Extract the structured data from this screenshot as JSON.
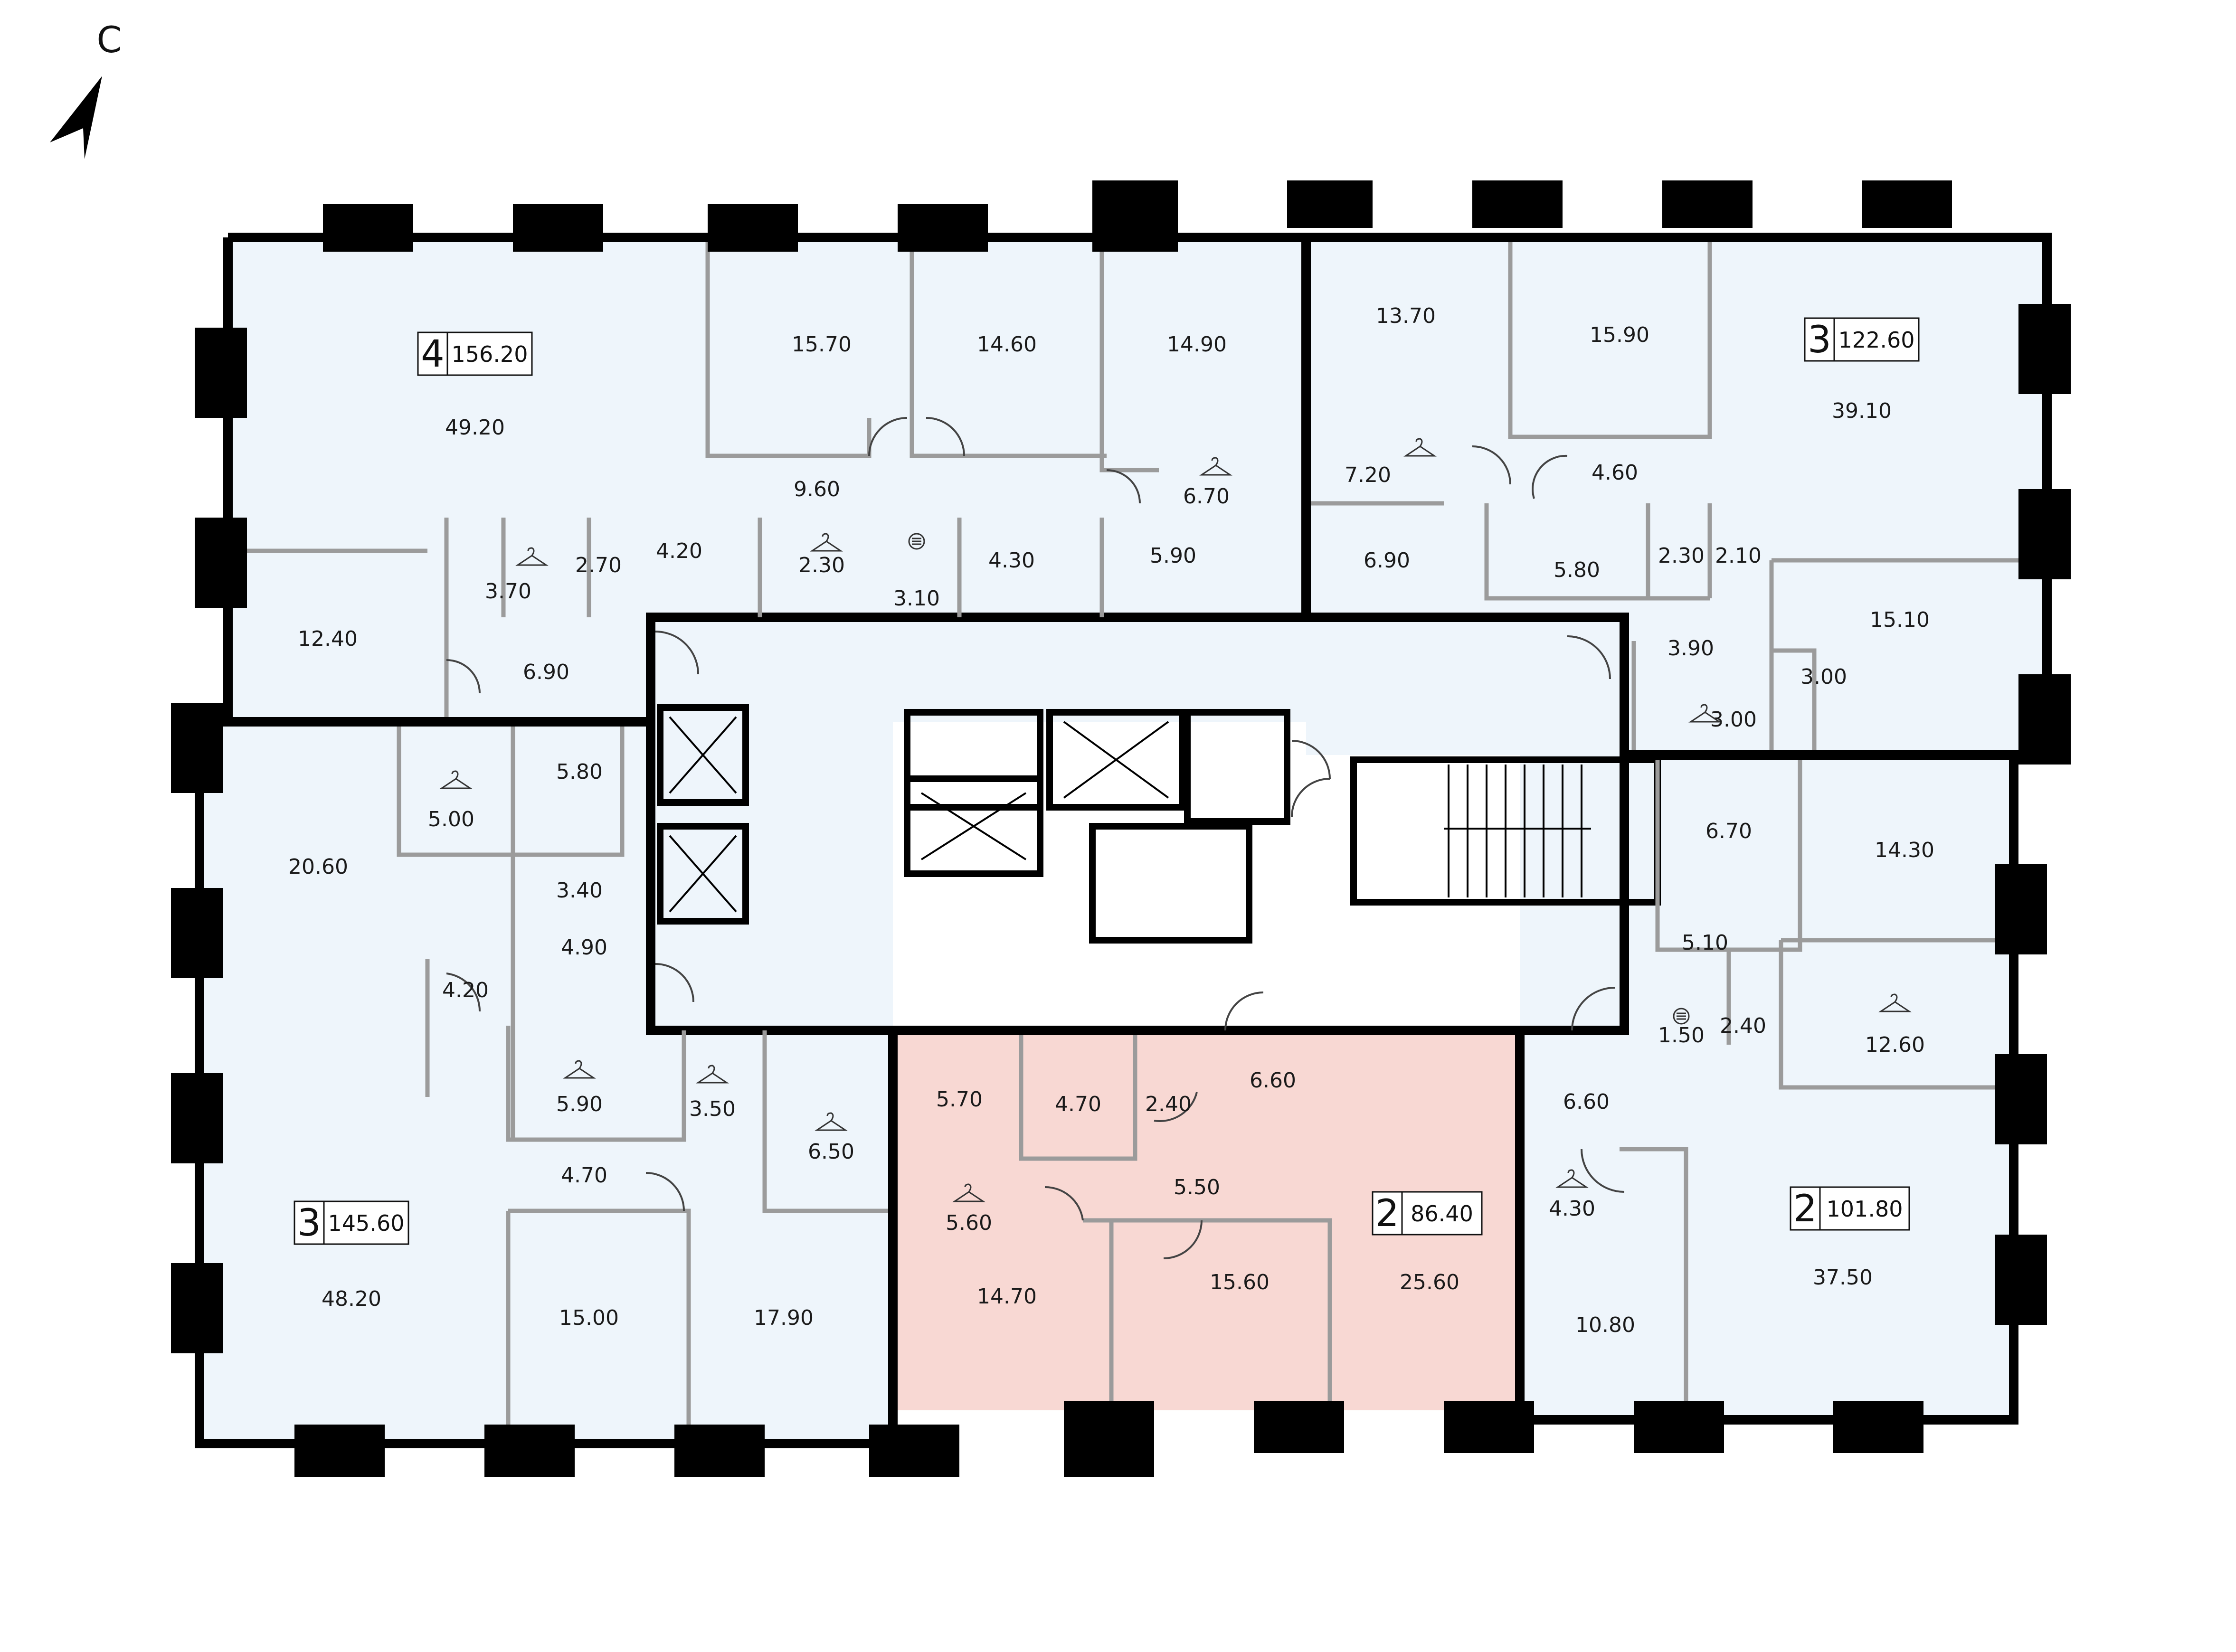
{
  "compass": {
    "label": "С"
  },
  "colors": {
    "apartment_fill": "#eef5fb",
    "highlight_fill": "#f8d8d3",
    "exterior_wall": "#000000",
    "interior_wall": "#9b9b9b",
    "core_fill": "#ffffff"
  },
  "apartments": [
    {
      "id": "nw",
      "rooms": "4",
      "area": "156.20",
      "highlighted": false
    },
    {
      "id": "ne",
      "rooms": "3",
      "area": "122.60",
      "highlighted": false
    },
    {
      "id": "sw",
      "rooms": "3",
      "area": "145.60",
      "highlighted": false
    },
    {
      "id": "s",
      "rooms": "2",
      "area": "86.40",
      "highlighted": true
    },
    {
      "id": "se",
      "rooms": "2",
      "area": "101.80",
      "highlighted": false
    }
  ],
  "room_labels": [
    "49.20",
    "15.70",
    "14.60",
    "14.90",
    "9.60",
    "6.70",
    "3.70",
    "2.70",
    "4.20",
    "2.30",
    "3.10",
    "4.30",
    "5.90",
    "12.40",
    "6.90",
    "13.70",
    "15.90",
    "39.10",
    "7.20",
    "4.60",
    "6.90",
    "5.80",
    "2.30",
    "2.10",
    "15.10",
    "3.90",
    "3.00",
    "3.00",
    "20.60",
    "5.00",
    "5.80",
    "3.40",
    "4.90",
    "4.20",
    "5.90",
    "3.50",
    "6.50",
    "4.70",
    "48.20",
    "15.00",
    "17.90",
    "5.70",
    "4.70",
    "2.40",
    "6.60",
    "5.60",
    "5.50",
    "14.70",
    "15.60",
    "25.60",
    "6.70",
    "14.30",
    "5.10",
    "1.50",
    "2.40",
    "12.60",
    "6.60",
    "4.30",
    "10.80",
    "37.50"
  ]
}
